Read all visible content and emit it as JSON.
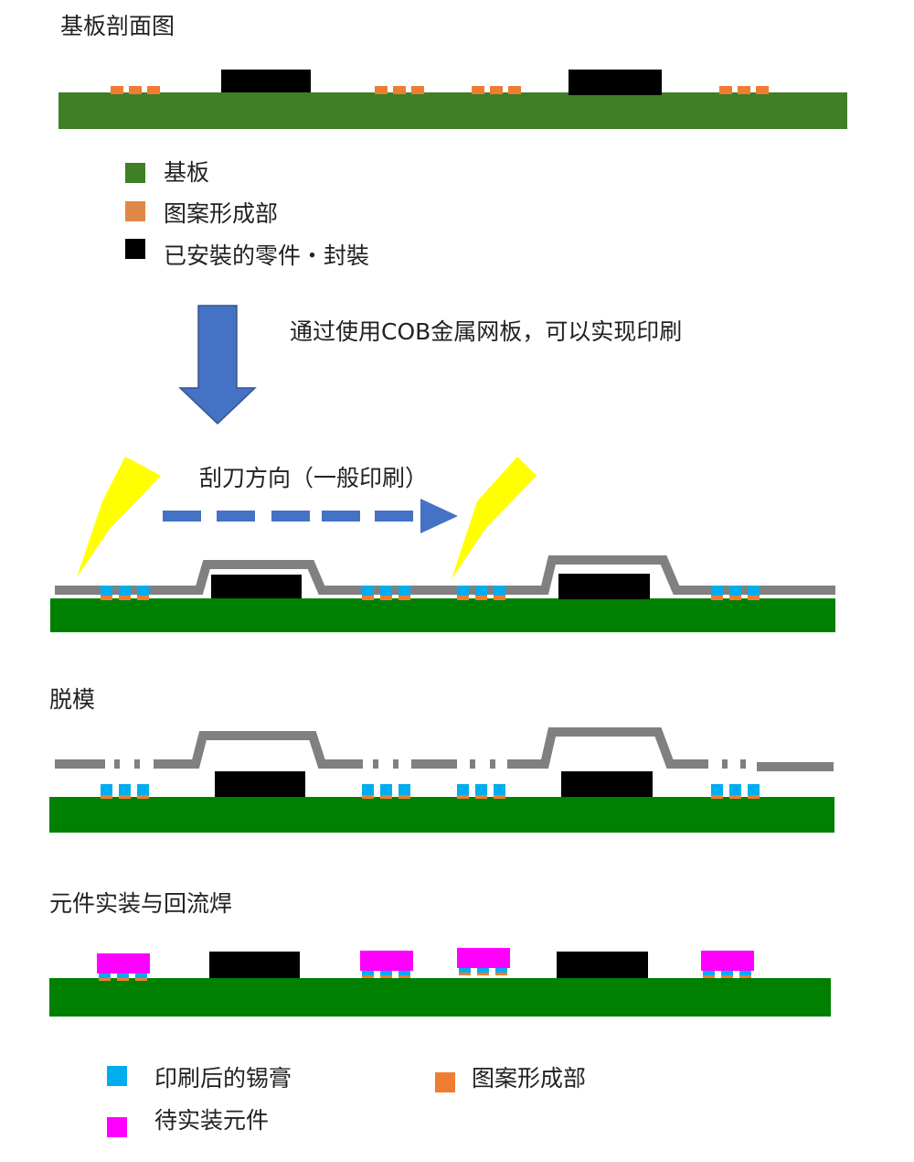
{
  "titles": {
    "cross_section": "基板剖面图",
    "cob_note": "通过使用COB金属网板，可以实现印刷",
    "squeegee": "刮刀方向（一般印刷）",
    "demold": "脱模",
    "mount_reflow": "元件实装与回流焊"
  },
  "legend_top": [
    {
      "label": "基板",
      "color": "#3f7f26"
    },
    {
      "label": "图案形成部",
      "color": "#e0874a"
    },
    {
      "label": "已安裝的零件・封裝",
      "color": "#000000"
    }
  ],
  "legend_bottom": [
    {
      "label": "印刷后的锡膏",
      "color": "#00adef"
    },
    {
      "label": "待实装元件",
      "color": "#ff00ff"
    },
    {
      "label": "图案形成部",
      "color": "#ee7d31"
    }
  ],
  "colors": {
    "substrate_dark": "#3f7f26",
    "substrate": "#008000",
    "pad": "#ee7d31",
    "component": "#000000",
    "stencil": "#808080",
    "paste": "#00adef",
    "part": "#ff00ff",
    "arrow": "#4472c4",
    "blade": "#ffff00"
  }
}
